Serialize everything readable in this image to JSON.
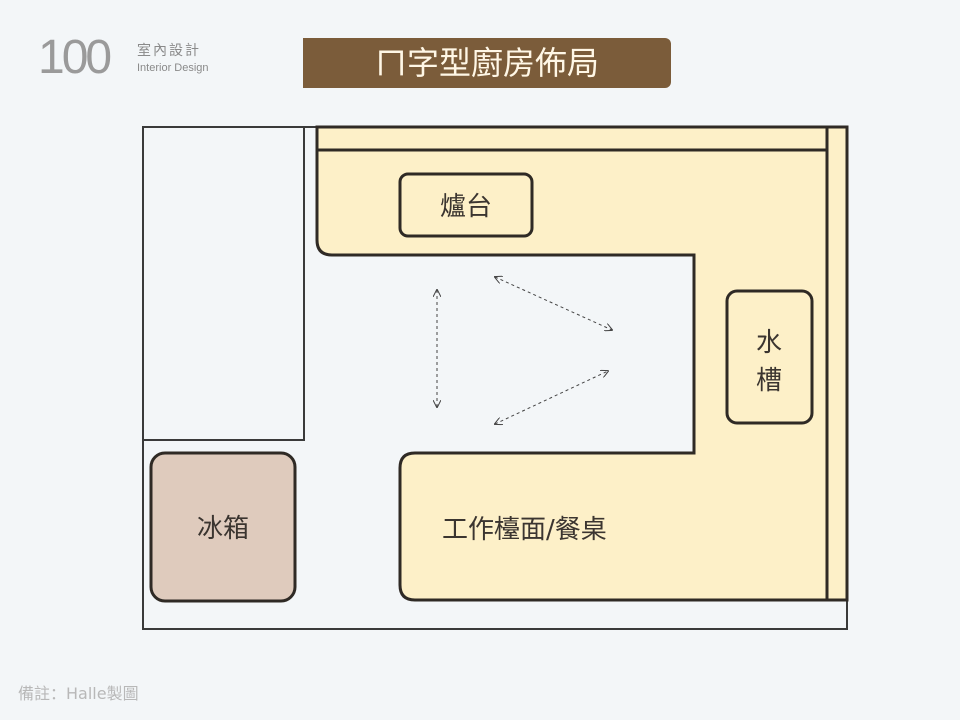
{
  "logo": {
    "number": "100",
    "name_zh": "室內設計",
    "name_en": "Interior Design"
  },
  "title": "ㄇ字型廚房佈局",
  "labels": {
    "stove": "爐台",
    "sink_line1": "水",
    "sink_line2": "槽",
    "fridge": "冰箱",
    "counter": "工作檯面/餐桌"
  },
  "note": "備註：Halle製圖",
  "colors": {
    "background": "#f3f6f8",
    "banner": "#7b5c3a",
    "counter": "#fdf0c8",
    "fridge": "#dfcbbd",
    "line": "#333333"
  }
}
